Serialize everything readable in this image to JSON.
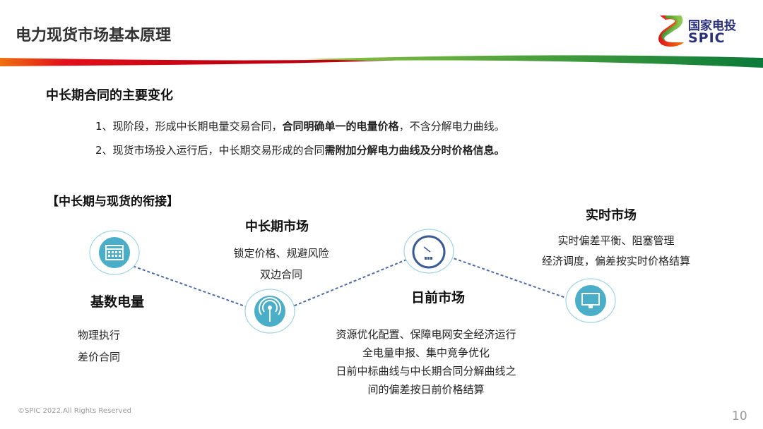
{
  "header": {
    "title": "电力现货市场基本原理",
    "logo_cn": "国家电投",
    "logo_en": "SPIC"
  },
  "section1": {
    "heading": "中长期合同的主要变化",
    "items": [
      {
        "pre": "1、现阶段，形成中长期电量交易合同，",
        "bold": "合同明确单一的电量价格",
        "post": "，不含分解电力曲线。"
      },
      {
        "pre": "2、现货市场投入运行后，中长期交易形成的合同",
        "bold": "需附加分解电力曲线及分时价格信息。",
        "post": ""
      }
    ]
  },
  "section2": {
    "heading": "【中长期与现货的衔接】",
    "nodes": [
      {
        "title": "基数电量",
        "icon": "calendar-icon",
        "lines": [
          "物理执行",
          "差价合同"
        ]
      },
      {
        "title": "中长期市场",
        "icon": "antenna-icon",
        "lines": [
          "锁定价格、规避风险",
          "双边合同"
        ]
      },
      {
        "title": "日前市场",
        "icon": "gauge-icon",
        "lines": [
          "资源优化配置、保障电网安全经济运行",
          "全电量申报、集中竞争优化",
          "日前中标曲线与中长期合同分解曲线之",
          "间的偏差按日前价格结算"
        ]
      },
      {
        "title": "实时市场",
        "icon": "monitor-icon",
        "lines": [
          "实时偏差平衡、阻塞管理",
          "经济调度，偏差按实时价格结算"
        ]
      }
    ]
  },
  "footer": {
    "copyright": "©SPIC 2022.All Rights Reserved",
    "page": "10"
  },
  "colors": {
    "accent": "#4aaec8",
    "line": "#4a6aa8",
    "green": "#2e9a3a",
    "red": "#e0101a"
  }
}
